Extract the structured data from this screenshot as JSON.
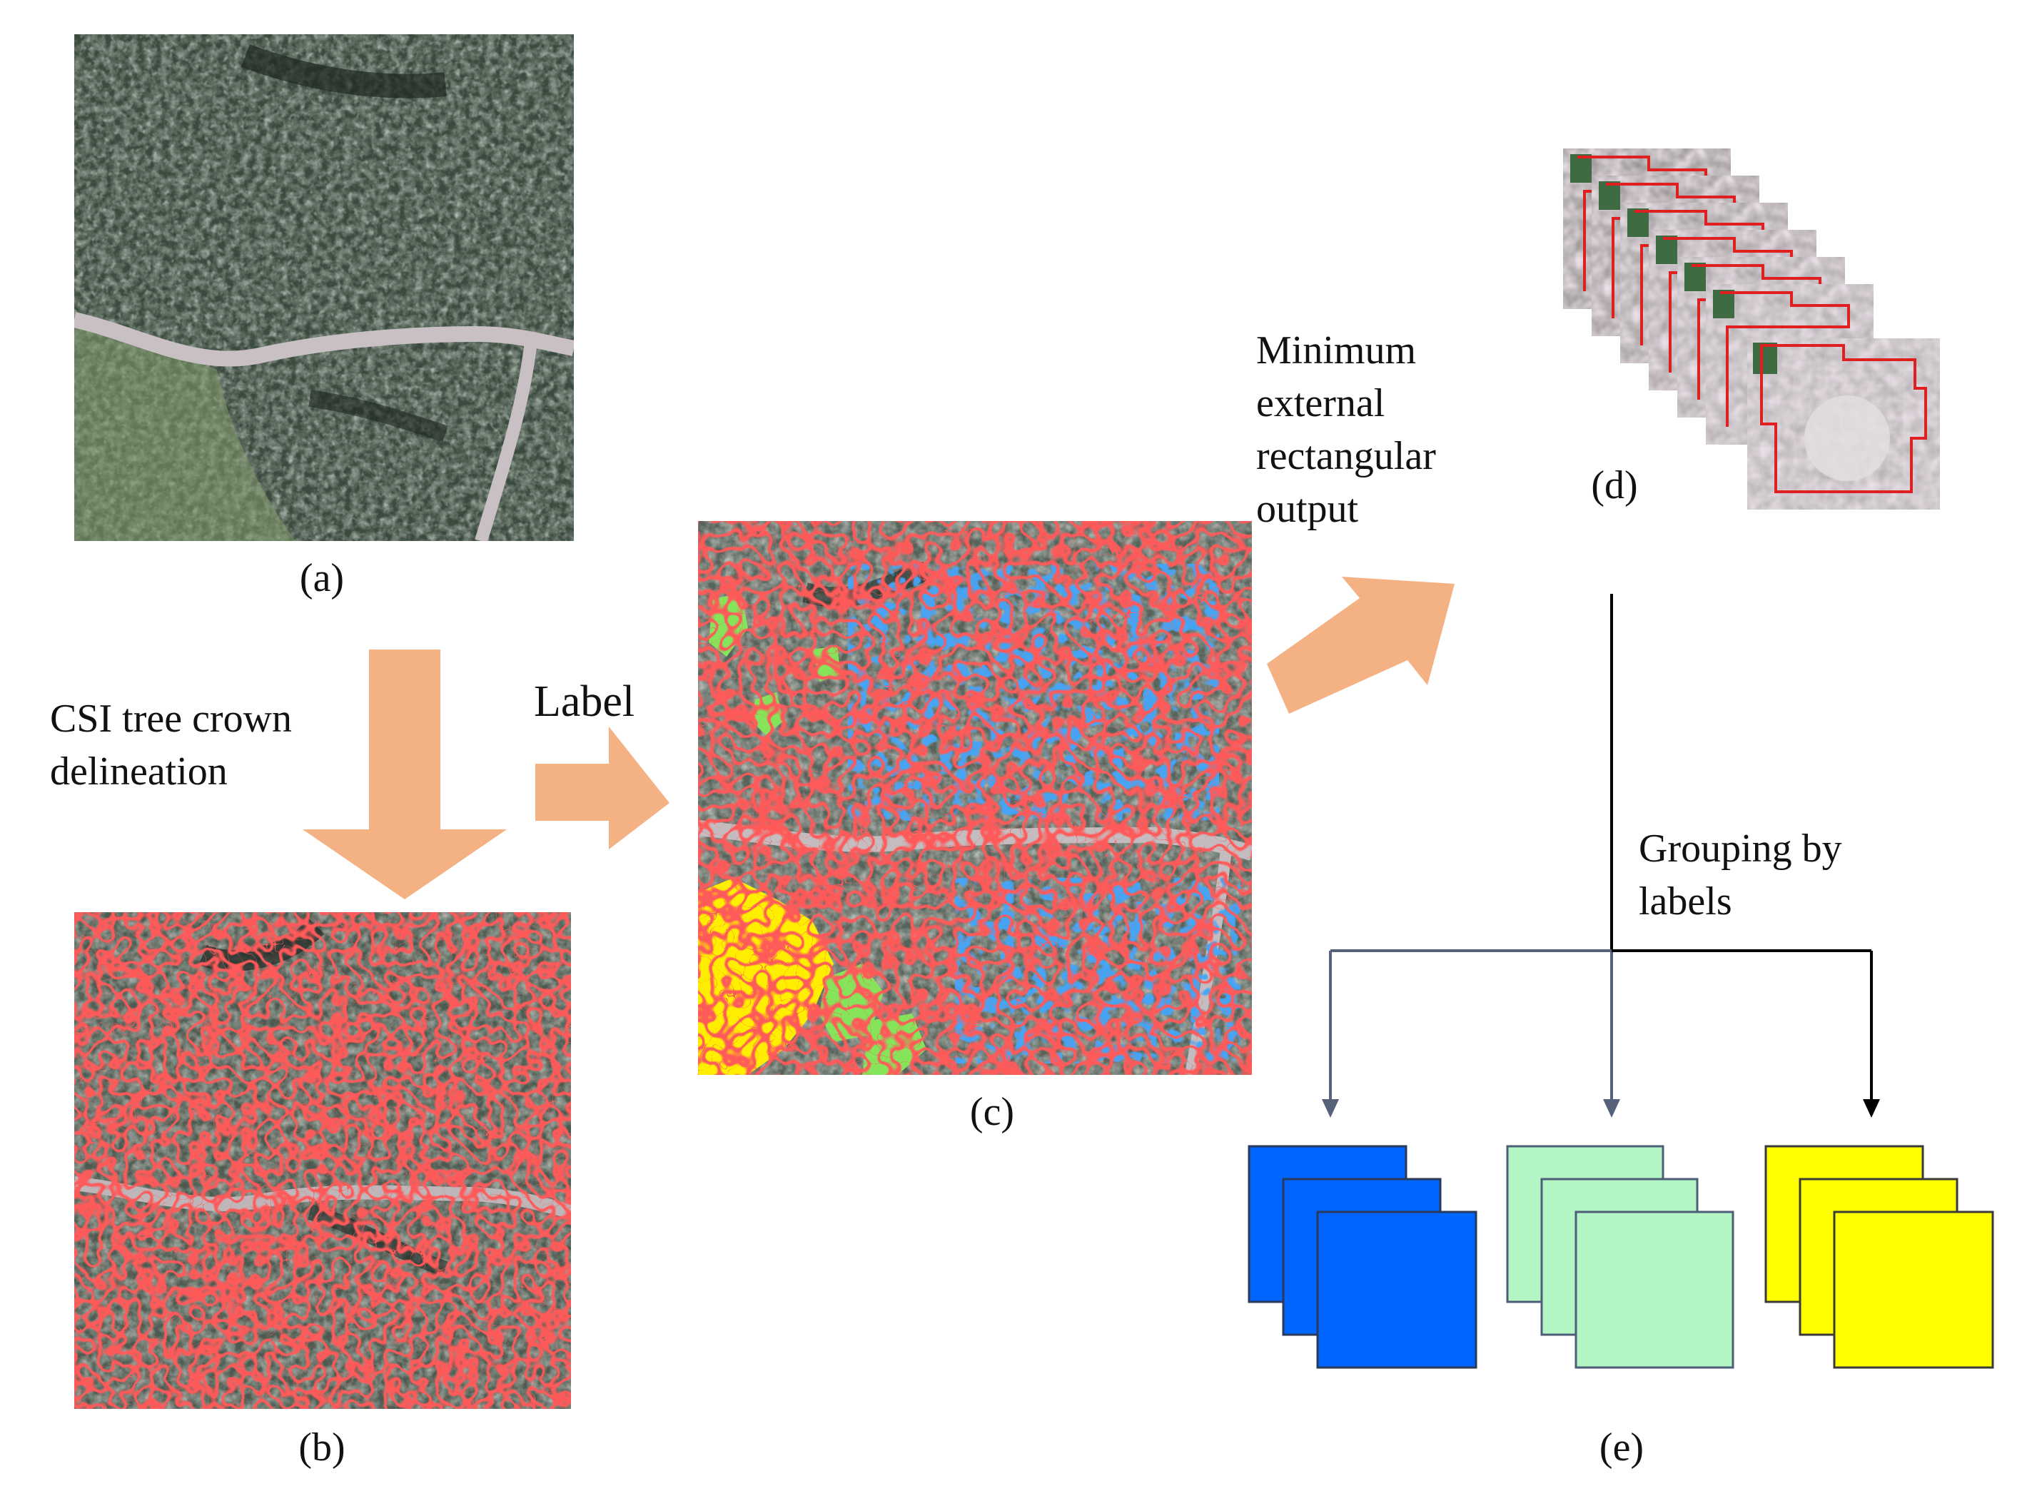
{
  "captions": {
    "a": "(a)",
    "b": "(b)",
    "c": "(c)",
    "d": "(d)",
    "e": "(e)"
  },
  "steps": {
    "delineation_line1": "CSI tree crown",
    "delineation_line2": "delineation",
    "label": "Label",
    "mer_line1": "Minimum",
    "mer_line2": "external",
    "mer_line3": "rectangular",
    "mer_line4": "output",
    "group_line1": "Grouping by",
    "group_line2": "labels"
  },
  "colors": {
    "arrow": "#f4b183",
    "crown_outline": "#ff1a1a",
    "class_blue": "#0066ff",
    "class_green": "#b3f5c4",
    "class_yellow": "#ffff00",
    "label_green": "#86e45a",
    "label_yellow": "#ffee00",
    "road": "#bdb4b8",
    "branch_line": "#56627a",
    "trunk_line": "#000000"
  }
}
